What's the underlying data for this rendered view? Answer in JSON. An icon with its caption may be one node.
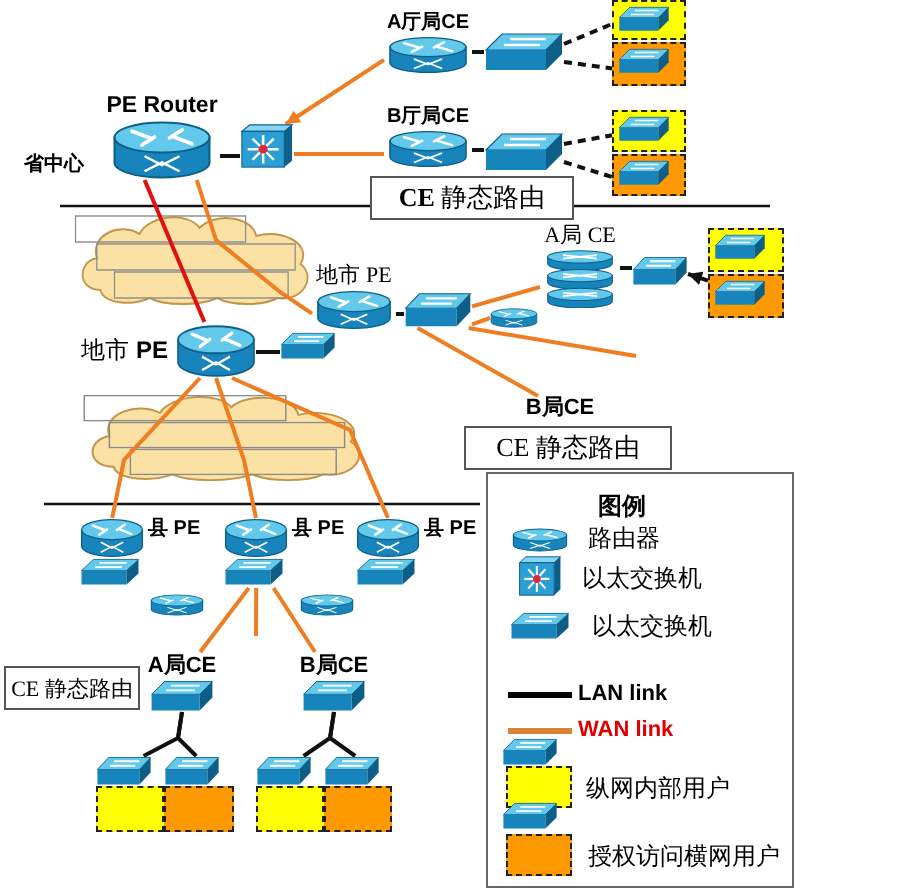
{
  "diagram": {
    "nodes": [
      {
        "text": [
          "PE Router"
        ],
        "beside": [
          "省中心"
        ]
      },
      {
        "text": [],
        "shape": "picture"
      },
      {
        "text": [
          "A厅局CE"
        ]
      },
      {
        "text": [],
        "shape": "picture"
      },
      {
        "text": [],
        "shape": "box"
      },
      {
        "text": [],
        "shape": "box"
      },
      {
        "text": [
          "B厅局CE"
        ]
      },
      {
        "text": [],
        "shape": "picture"
      },
      {
        "text": [],
        "shape": "box"
      },
      {
        "text": [],
        "shape": "box"
      },
      {
        "text": [
          "**CE** 静态路由"
        ]
      },
      {
        "text": [
          "地市 PE"
        ]
      },
      {
        "text": [],
        "shape": "picture"
      },
      {
        "text": [],
        "shape": "picture"
      },
      {
        "text": [
          "地市 **PE**"
        ]
      },
      {
        "text": [
          "A局 CE"
        ]
      },
      {
        "text": [],
        "shape": "picture"
      },
      {
        "text": [],
        "shape": "picture"
      },
      {
        "text": [],
        "shape": "box"
      },
      {
        "text": [],
        "shape": "box"
      },
      {
        "text": [
          "B局CE"
        ]
      },
      {
        "text": [
          "CE 静态路由"
        ]
      },
      {
        "text": [
          "县 PE"
        ]
      },
      {
        "text": [
          "县 PE"
        ]
      },
      {
        "text": [
          "县 PE"
        ]
      },
      {
        "text": [],
        "shape": "picture"
      },
      {
        "text": [],
        "shape": "picture"
      },
      {
        "text": [
          "A局CE"
        ]
      },
      {
        "text": [
          "B局CE"
        ]
      },
      {
        "text": [
          "CE 静态路由"
        ]
      },
      {
        "text": [],
        "shape": "box"
      },
      {
        "text": [],
        "shape": "box"
      },
      {
        "text": [],
        "shape": "box"
      },
      {
        "text": [],
        "shape": "box"
      }
    ],
    "edges": [
      {
        "from": 0,
        "to": 1,
        "arrow": "none"
      },
      {
        "from": 2,
        "to": 1,
        "arrow": "to",
        "color": "#ef7d22"
      },
      {
        "from": 1,
        "to": 6,
        "arrow": "none",
        "color": "#ef7d22"
      },
      {
        "from": 2,
        "to": 3,
        "arrow": "none"
      },
      {
        "from": 3,
        "to": 4,
        "arrow": "none",
        "style": "dashed"
      },
      {
        "from": 3,
        "to": 5,
        "arrow": "none",
        "style": "dashed"
      },
      {
        "from": 6,
        "to": 7,
        "arrow": "none"
      },
      {
        "from": 7,
        "to": 8,
        "arrow": "none",
        "style": "dashed"
      },
      {
        "from": 7,
        "to": 9,
        "arrow": "none",
        "style": "dashed"
      },
      {
        "from": 0,
        "to": 14,
        "arrow": "none",
        "color": "#e01010"
      },
      {
        "from": 0,
        "to": 11,
        "arrow": "none",
        "color": "#ef7d22"
      },
      {
        "from": 14,
        "to": 12,
        "arrow": "none"
      },
      {
        "from": 11,
        "to": 13,
        "arrow": "none"
      },
      {
        "from": 13,
        "to": 15,
        "arrow": "none",
        "color": "#ef7d22"
      },
      {
        "from": 13,
        "to": 16,
        "arrow": "none",
        "color": "#ef7d22"
      },
      {
        "from": 13,
        "to": null,
        "arrow": "none",
        "color": "#ef7d22"
      },
      {
        "from": 13,
        "to": 20,
        "arrow": "none",
        "color": "#ef7d22"
      },
      {
        "from": 15,
        "to": 17,
        "arrow": "none"
      },
      {
        "from": 19,
        "to": 17,
        "arrow": "to",
        "style": "dashed"
      },
      {
        "from": 14,
        "to": 22,
        "arrow": "none",
        "color": "#ef7d22"
      },
      {
        "from": 14,
        "to": 23,
        "arrow": "none",
        "color": "#ef7d22"
      },
      {
        "from": 14,
        "to": 24,
        "arrow": "none",
        "color": "#ef7d22"
      },
      {
        "from": 23,
        "to": 27,
        "arrow": "none",
        "color": "#ef7d22"
      },
      {
        "from": 23,
        "to": null,
        "arrow": "none",
        "color": "#ef7d22"
      },
      {
        "from": 23,
        "to": 28,
        "arrow": "none",
        "color": "#ef7d22"
      },
      {
        "from": 27,
        "to": 30,
        "arrow": "none"
      },
      {
        "from": 27,
        "to": 31,
        "arrow": "none"
      },
      {
        "from": 28,
        "to": 32,
        "arrow": "none"
      },
      {
        "from": 28,
        "to": 33,
        "arrow": "none"
      }
    ],
    "labels": [
      "图例"
    ],
    "legend": [
      {
        "text": "路由器"
      },
      {
        "text": "以太交换机"
      },
      {
        "text": "以太交换机"
      },
      {
        "text": "LAN link"
      },
      {
        "text": "WAN link"
      },
      {
        "text": "纵网内部用户",
        "color": "#ffff00"
      },
      {
        "text": "授权访问横网用户",
        "color": "#ff9900"
      }
    ]
  }
}
